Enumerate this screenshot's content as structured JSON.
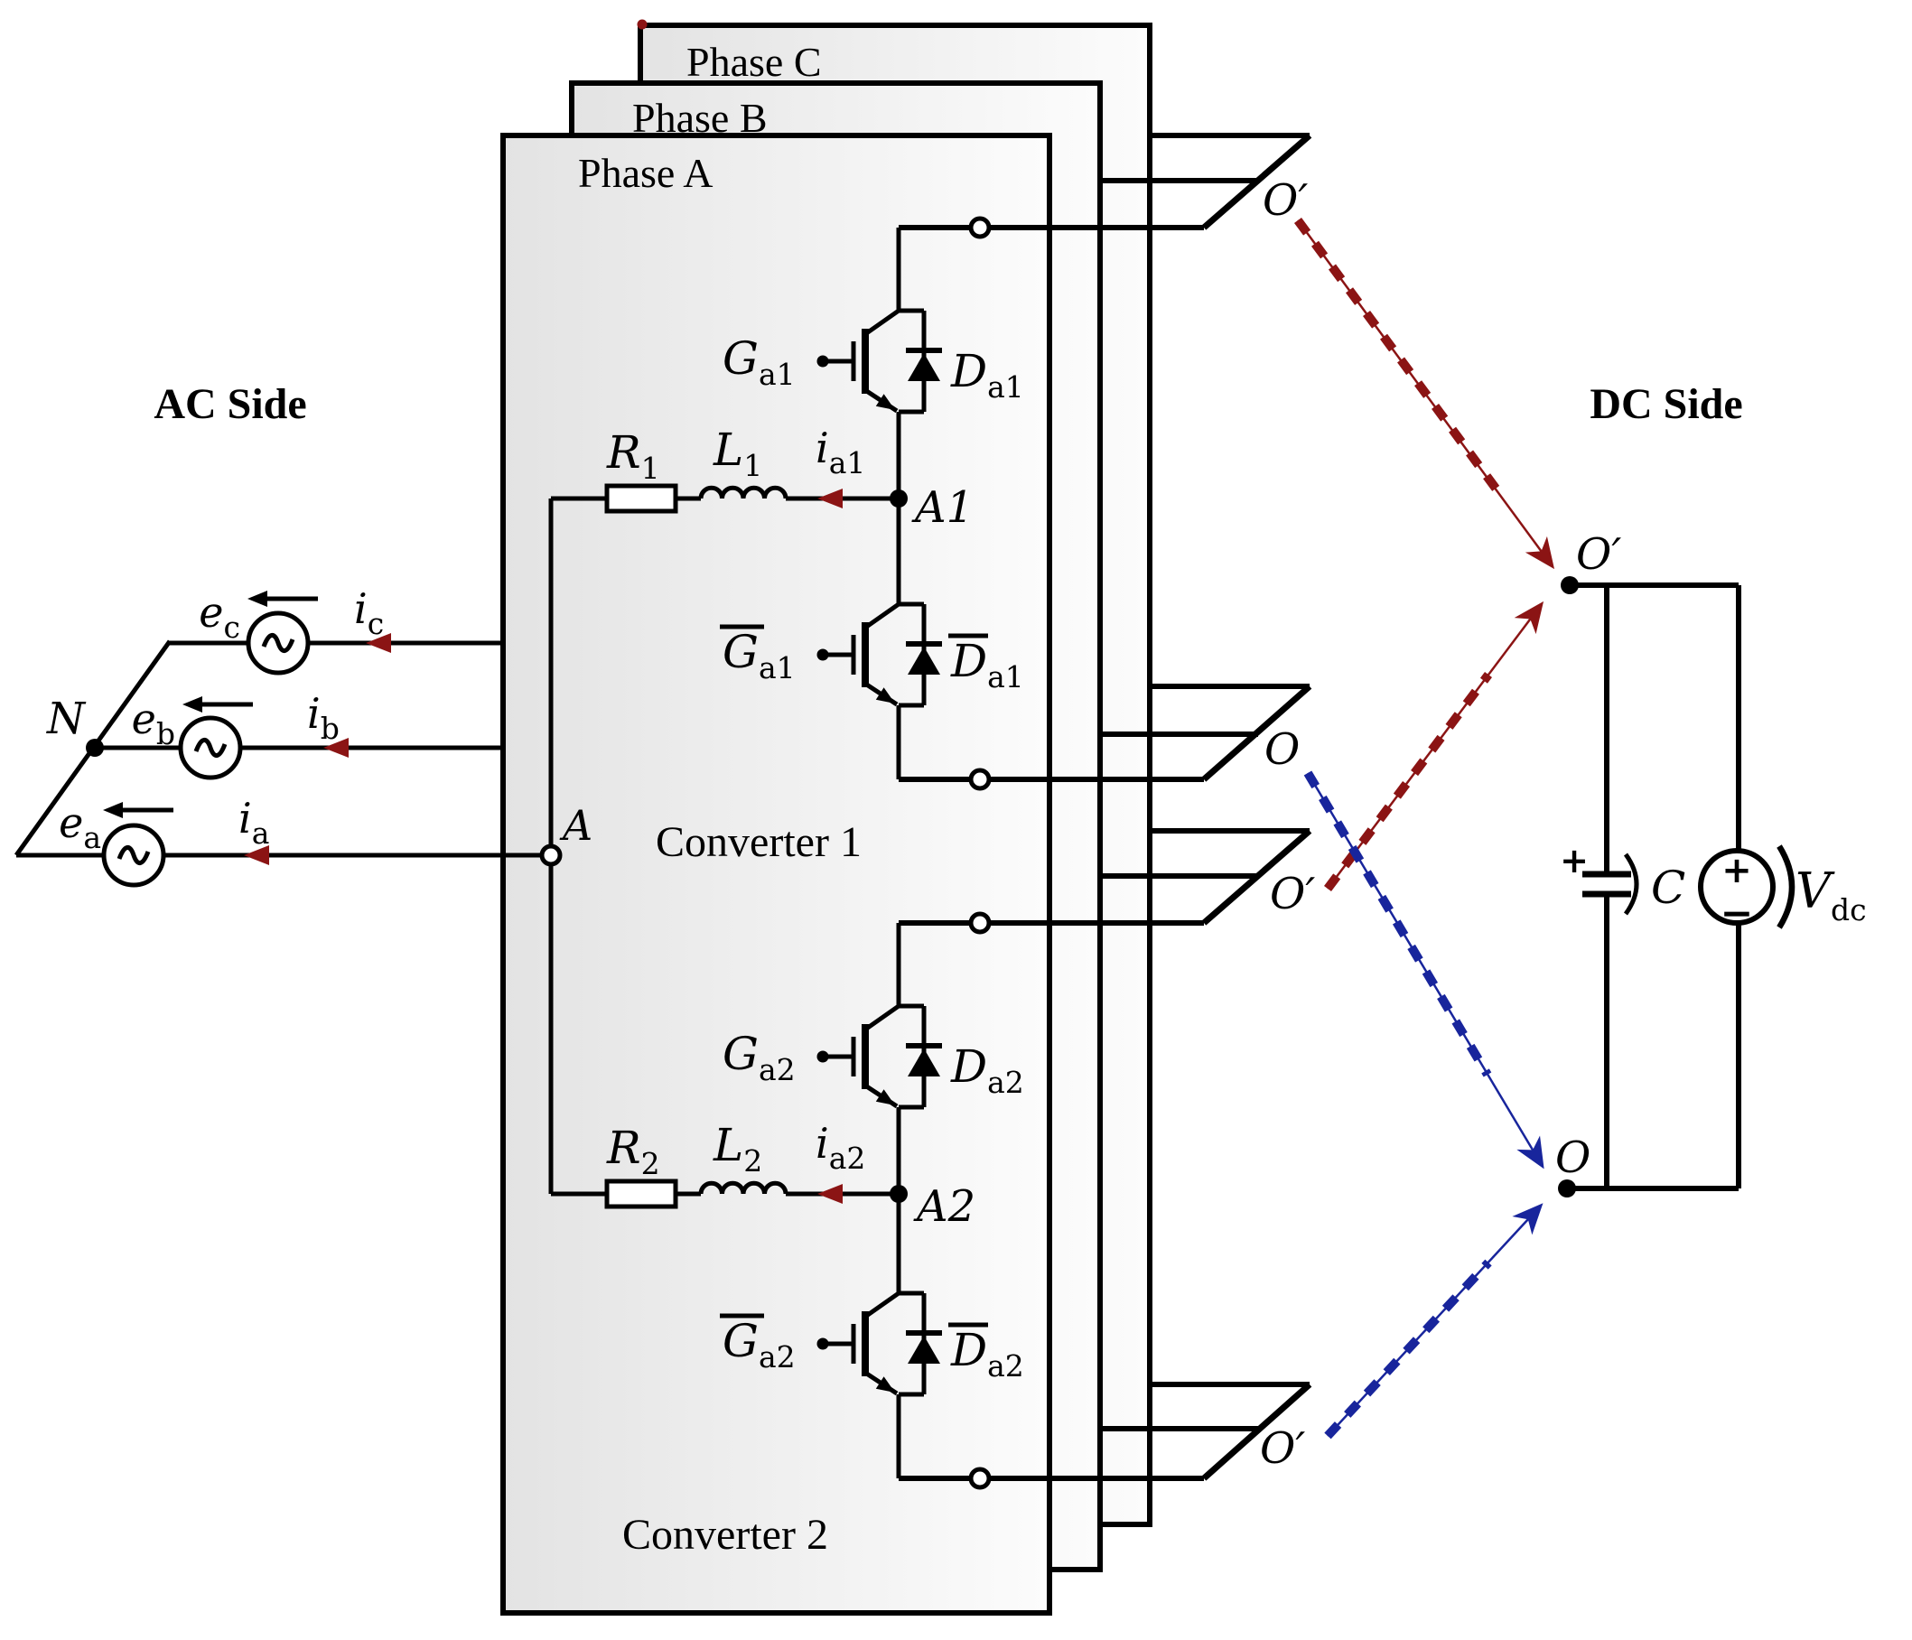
{
  "titles": {
    "ac": "AC Side",
    "dc": "DC Side"
  },
  "phases": {
    "a": "Phase A",
    "b": "Phase B",
    "c": "Phase C"
  },
  "converters": {
    "c1": "Converter 1",
    "c2": "Converter 2"
  },
  "ac": {
    "neutral": "N",
    "node_a": "A",
    "src_c": {
      "e": "e",
      "e_sub": "c",
      "i": "i",
      "i_sub": "c"
    },
    "src_b": {
      "e": "e",
      "e_sub": "b",
      "i": "i",
      "i_sub": "b"
    },
    "src_a": {
      "e": "e",
      "e_sub": "a",
      "i": "i",
      "i_sub": "a"
    }
  },
  "branch1": {
    "r": "R",
    "r_sub": "1",
    "l": "L",
    "l_sub": "1",
    "i": "i",
    "i_sub": "a1",
    "node": "A1"
  },
  "branch2": {
    "r": "R",
    "r_sub": "2",
    "l": "L",
    "l_sub": "2",
    "i": "i",
    "i_sub": "a2",
    "node": "A2"
  },
  "igbts": {
    "g1": {
      "g": "G",
      "g_sub": "a1",
      "d": "D",
      "d_sub": "a1"
    },
    "g1b": {
      "g": "G",
      "g_sub": "a1",
      "d": "D",
      "d_sub": "a1"
    },
    "g2": {
      "g": "G",
      "g_sub": "a2",
      "d": "D",
      "d_sub": "a2"
    },
    "g2b": {
      "g": "G",
      "g_sub": "a2",
      "d": "D",
      "d_sub": "a2"
    }
  },
  "bus": {
    "p1": "O′",
    "p2": "O",
    "p3": "O′",
    "p4": "O′"
  },
  "dc": {
    "o_top": "O′",
    "o_bottom": "O",
    "cap_label": "C",
    "cap_plus": "+",
    "v_main": "V",
    "v_sub": "dc",
    "v_plus": "+",
    "v_minus": "−"
  },
  "colors": {
    "wire": "#000000",
    "arrow_red": "#8b1414",
    "arrow_blue": "#18259c",
    "box_fill_start": "#e3e3e3",
    "box_fill_end": "#fcfcfc"
  }
}
